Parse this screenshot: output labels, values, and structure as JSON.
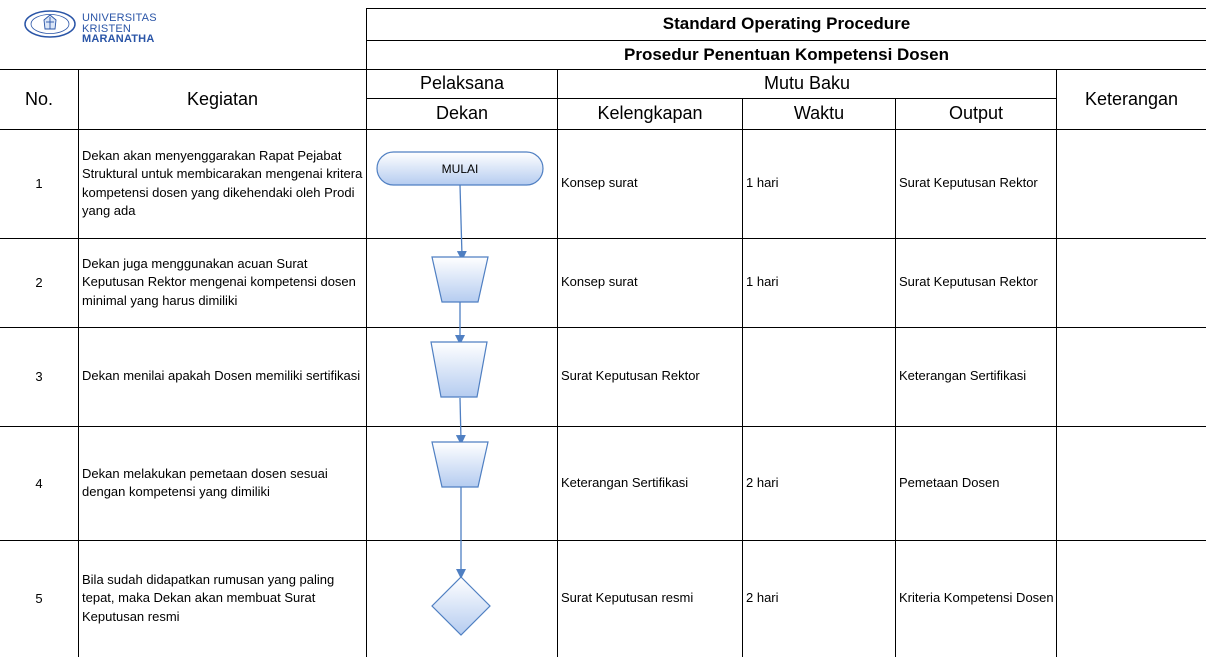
{
  "logo": {
    "line1": "UNIVERSITAS",
    "line2": "KRISTEN",
    "line3": "MARANATHA"
  },
  "header": {
    "title": "Standard Operating Procedure",
    "subtitle": "Prosedur Penentuan Kompetensi Dosen"
  },
  "columns": {
    "no": "No.",
    "kegiatan": "Kegiatan",
    "pelaksana": "Pelaksana",
    "dekan": "Dekan",
    "mutu_baku": "Mutu Baku",
    "kelengkapan": "Kelengkapan",
    "waktu": "Waktu",
    "output": "Output",
    "keterangan": "Keterangan"
  },
  "flow": {
    "start_label": "MULAI"
  },
  "rows": [
    {
      "no": "1",
      "kegiatan": "Dekan akan menyenggarakan Rapat Pejabat Struktural untuk membicarakan mengenai kritera kompetensi dosen yang dikehendaki oleh Prodi yang ada",
      "kelengkapan": "Konsep surat",
      "waktu": "1 hari",
      "output": "Surat Keputusan Rektor",
      "keterangan": ""
    },
    {
      "no": "2",
      "kegiatan": "Dekan juga menggunakan acuan Surat Keputusan Rektor mengenai kompetensi dosen minimal yang harus dimiliki",
      "kelengkapan": "Konsep surat",
      "waktu": "1 hari",
      "output": "Surat Keputusan Rektor",
      "keterangan": ""
    },
    {
      "no": "3",
      "kegiatan": "Dekan menilai apakah Dosen memiliki sertifikasi",
      "kelengkapan": "Surat Keputusan Rektor",
      "waktu": "",
      "output": "Keterangan Sertifikasi",
      "keterangan": ""
    },
    {
      "no": "4",
      "kegiatan": "Dekan melakukan pemetaan dosen sesuai dengan kompetensi yang dimiliki",
      "kelengkapan": "Keterangan Sertifikasi",
      "waktu": "2 hari",
      "output": "Pemetaan Dosen",
      "keterangan": ""
    },
    {
      "no": "5",
      "kegiatan": "Bila sudah didapatkan rumusan yang paling tepat, maka Dekan akan membuat Surat Keputusan resmi",
      "kelengkapan": "Surat Keputusan resmi",
      "waktu": "2 hari",
      "output": "Kriteria Kompetensi Dosen",
      "keterangan": ""
    }
  ],
  "colors": {
    "shape_fill_top": "#ffffff",
    "shape_fill_bottom": "#b5ccf0",
    "shape_stroke": "#4f7fc2",
    "connector": "#4f7fc2",
    "logo_blue": "#2a55a7"
  }
}
